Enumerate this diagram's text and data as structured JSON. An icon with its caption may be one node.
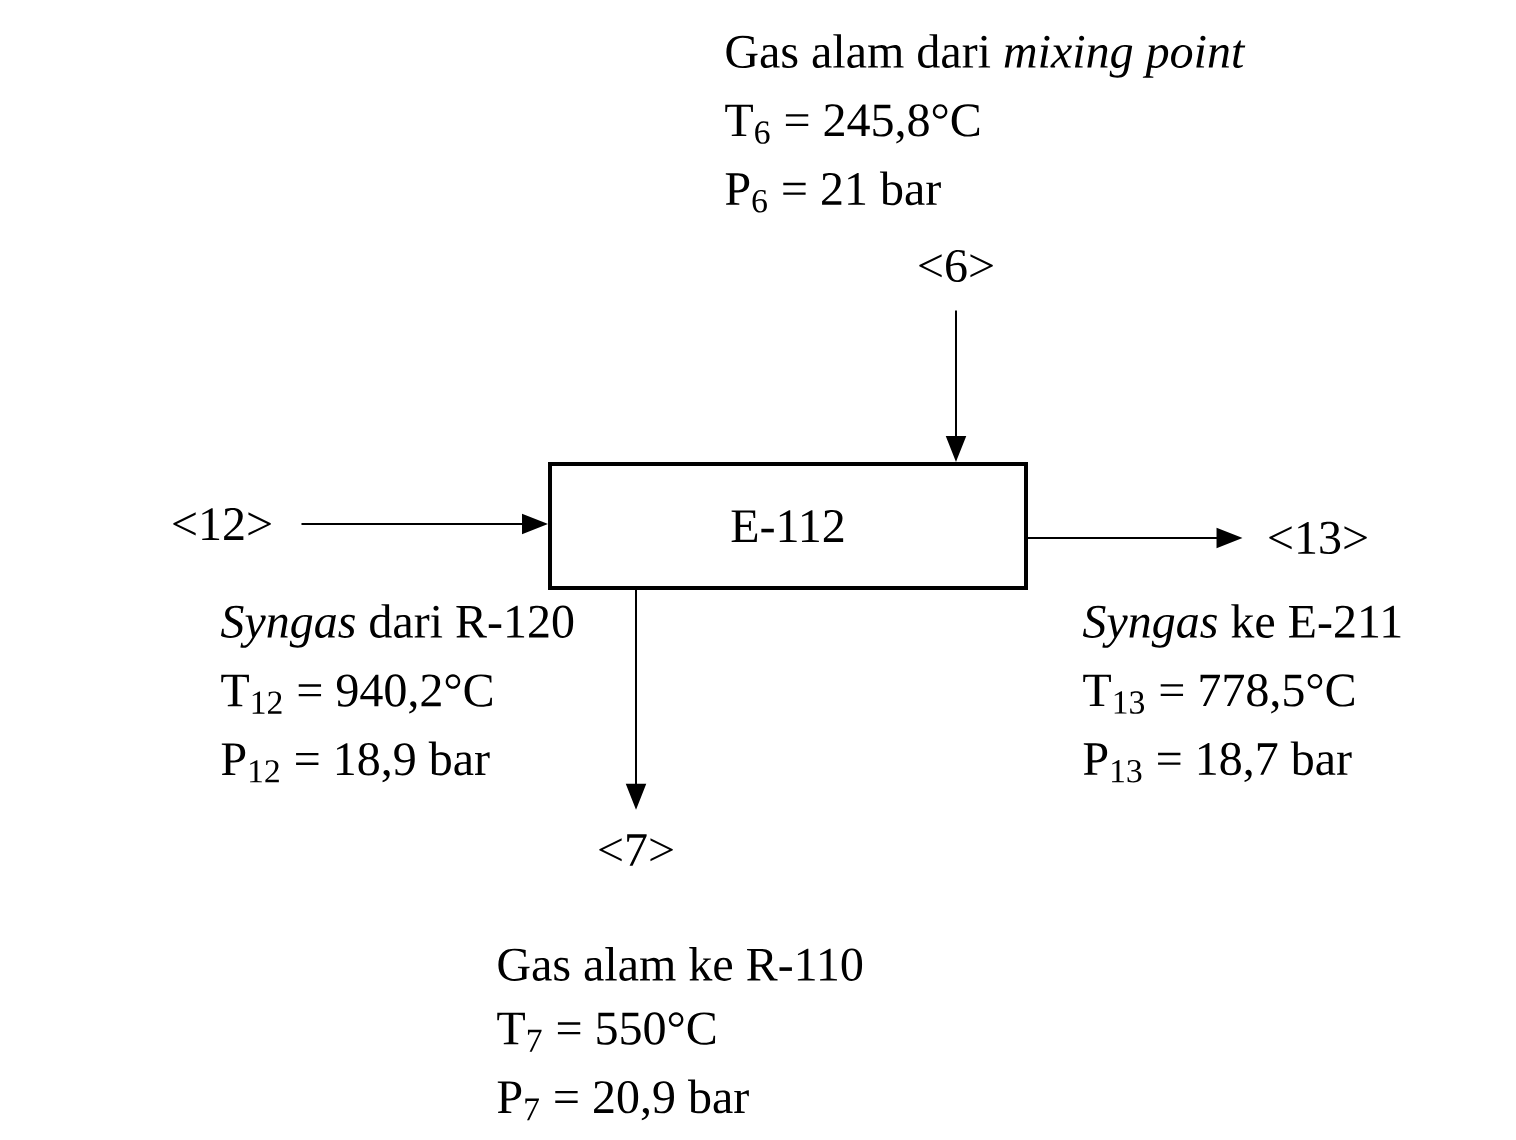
{
  "diagram": {
    "nodes": [
      {
        "text": [
          "E-112"
        ]
      },
      {
        "text": [
          "<6>"
        ],
        "beside": [
          "Gas alam dari *mixing point*",
          "T$_{6}$ = 245,8°C",
          "P$_{6}$ = 21 bar"
        ]
      },
      {
        "text": [
          "<12>"
        ],
        "beside": [
          "*Syngas* dari R-120",
          "T$_{12}$ = 940,2°C",
          "P$_{12}$ = 18,9 bar"
        ]
      },
      {
        "text": [
          "<13>"
        ],
        "beside": [
          "*Syngas* ke E-211",
          "T$_{13}$ = 778,5°C",
          "P$_{13}$ = 18,7 bar"
        ]
      },
      {
        "text": [
          "<7>"
        ],
        "beside": [
          "Gas alam ke R-110",
          "T$_{7}$ = 550°C",
          "P$_{7}$ = 20,9 bar"
        ]
      }
    ],
    "edges": [
      {
        "from": 1,
        "to": 0,
        "arrow": "to"
      },
      {
        "from": 2,
        "to": 0,
        "arrow": "to"
      },
      {
        "from": 0,
        "to": 3,
        "arrow": "to"
      },
      {
        "from": 0,
        "to": 4,
        "arrow": "to"
      }
    ]
  }
}
